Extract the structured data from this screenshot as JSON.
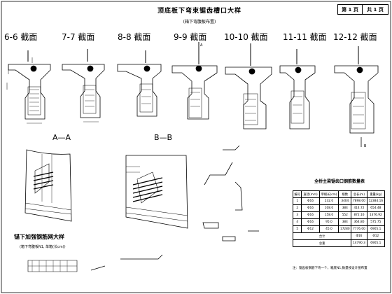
{
  "header": {
    "title": "顶底板下弯束锯齿槽口大样",
    "subtitle": "(箱下弯腹板布置)",
    "page_current": "第 1 页",
    "page_total": "共 1 页"
  },
  "sections": [
    {
      "label": "6-6 截面"
    },
    {
      "label": "7-7 截面"
    },
    {
      "label": "8-8 截面"
    },
    {
      "label": "9-9 截面"
    },
    {
      "label": "10-10 截面"
    },
    {
      "label": "11-11 截面"
    },
    {
      "label": "12-12 截面"
    }
  ],
  "markers": {
    "a": "A",
    "b": "B"
  },
  "views": {
    "aa": "A—A",
    "bb": "B—B"
  },
  "detail": {
    "title": "锚下加强钢筋网大样",
    "subtitle": "(箱下弯腹板N1,  单箱(长cm))"
  },
  "table": {
    "title": "全桥主梁锯齿口钢筋数量表",
    "headers": [
      "编号",
      "直径(mm)",
      "单根长(cm)",
      "根数",
      "总长(m)",
      "重量(kg)"
    ],
    "rows": [
      [
        "1",
        "Φ16",
        "232.0",
        "3404",
        "7898.00",
        "12384.16"
      ],
      [
        "2",
        "Φ16",
        "108.0",
        "384",
        "414.72",
        "654.48"
      ],
      [
        "3",
        "Φ16",
        "158.0",
        "552",
        "872.16",
        "1376.92"
      ],
      [
        "4",
        "Φ16",
        "95.0",
        "384",
        "364.80",
        "575.75"
      ],
      [
        "5",
        "Φ12",
        "45.0",
        "17280",
        "7776.00",
        "6905.1"
      ]
    ],
    "summary_labels": [
      "合计",
      "",
      "总重"
    ],
    "summary_values": [
      "Φ16",
      "Φ12",
      "14790.3",
      "6905.1"
    ],
    "note": "注：锯齿板钢筋下弯一个，箱底N1,数量按设计图布置"
  }
}
